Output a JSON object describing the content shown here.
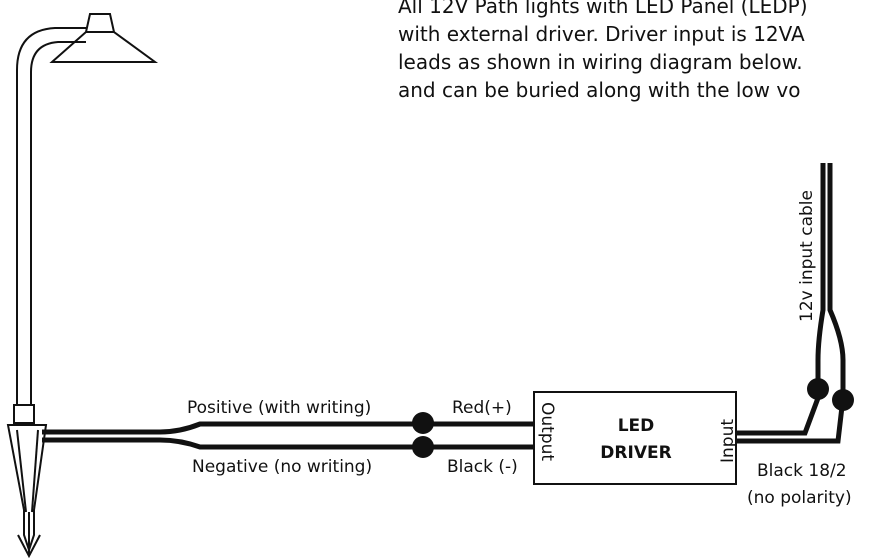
{
  "intro": {
    "line1": "All 12V Path lights with LED Panel (LEDP)",
    "line2": "with external driver. Driver input is 12VA",
    "line3": "leads as shown in wiring diagram below.",
    "line4": "and can be buried along with the low vo"
  },
  "driver": {
    "title_line1": "LED",
    "title_line2": "DRIVER",
    "output_label": "Output",
    "input_label": "Input"
  },
  "wires": {
    "positive_label": "Positive (with writing)",
    "negative_label": "Negative (no writing)",
    "red_label": "Red(+)",
    "black_label": "Black (-)",
    "input_cable_label": "12v input cable",
    "black_18_2_label": "Black 18/2",
    "no_polarity_label": "(no polarity)"
  }
}
